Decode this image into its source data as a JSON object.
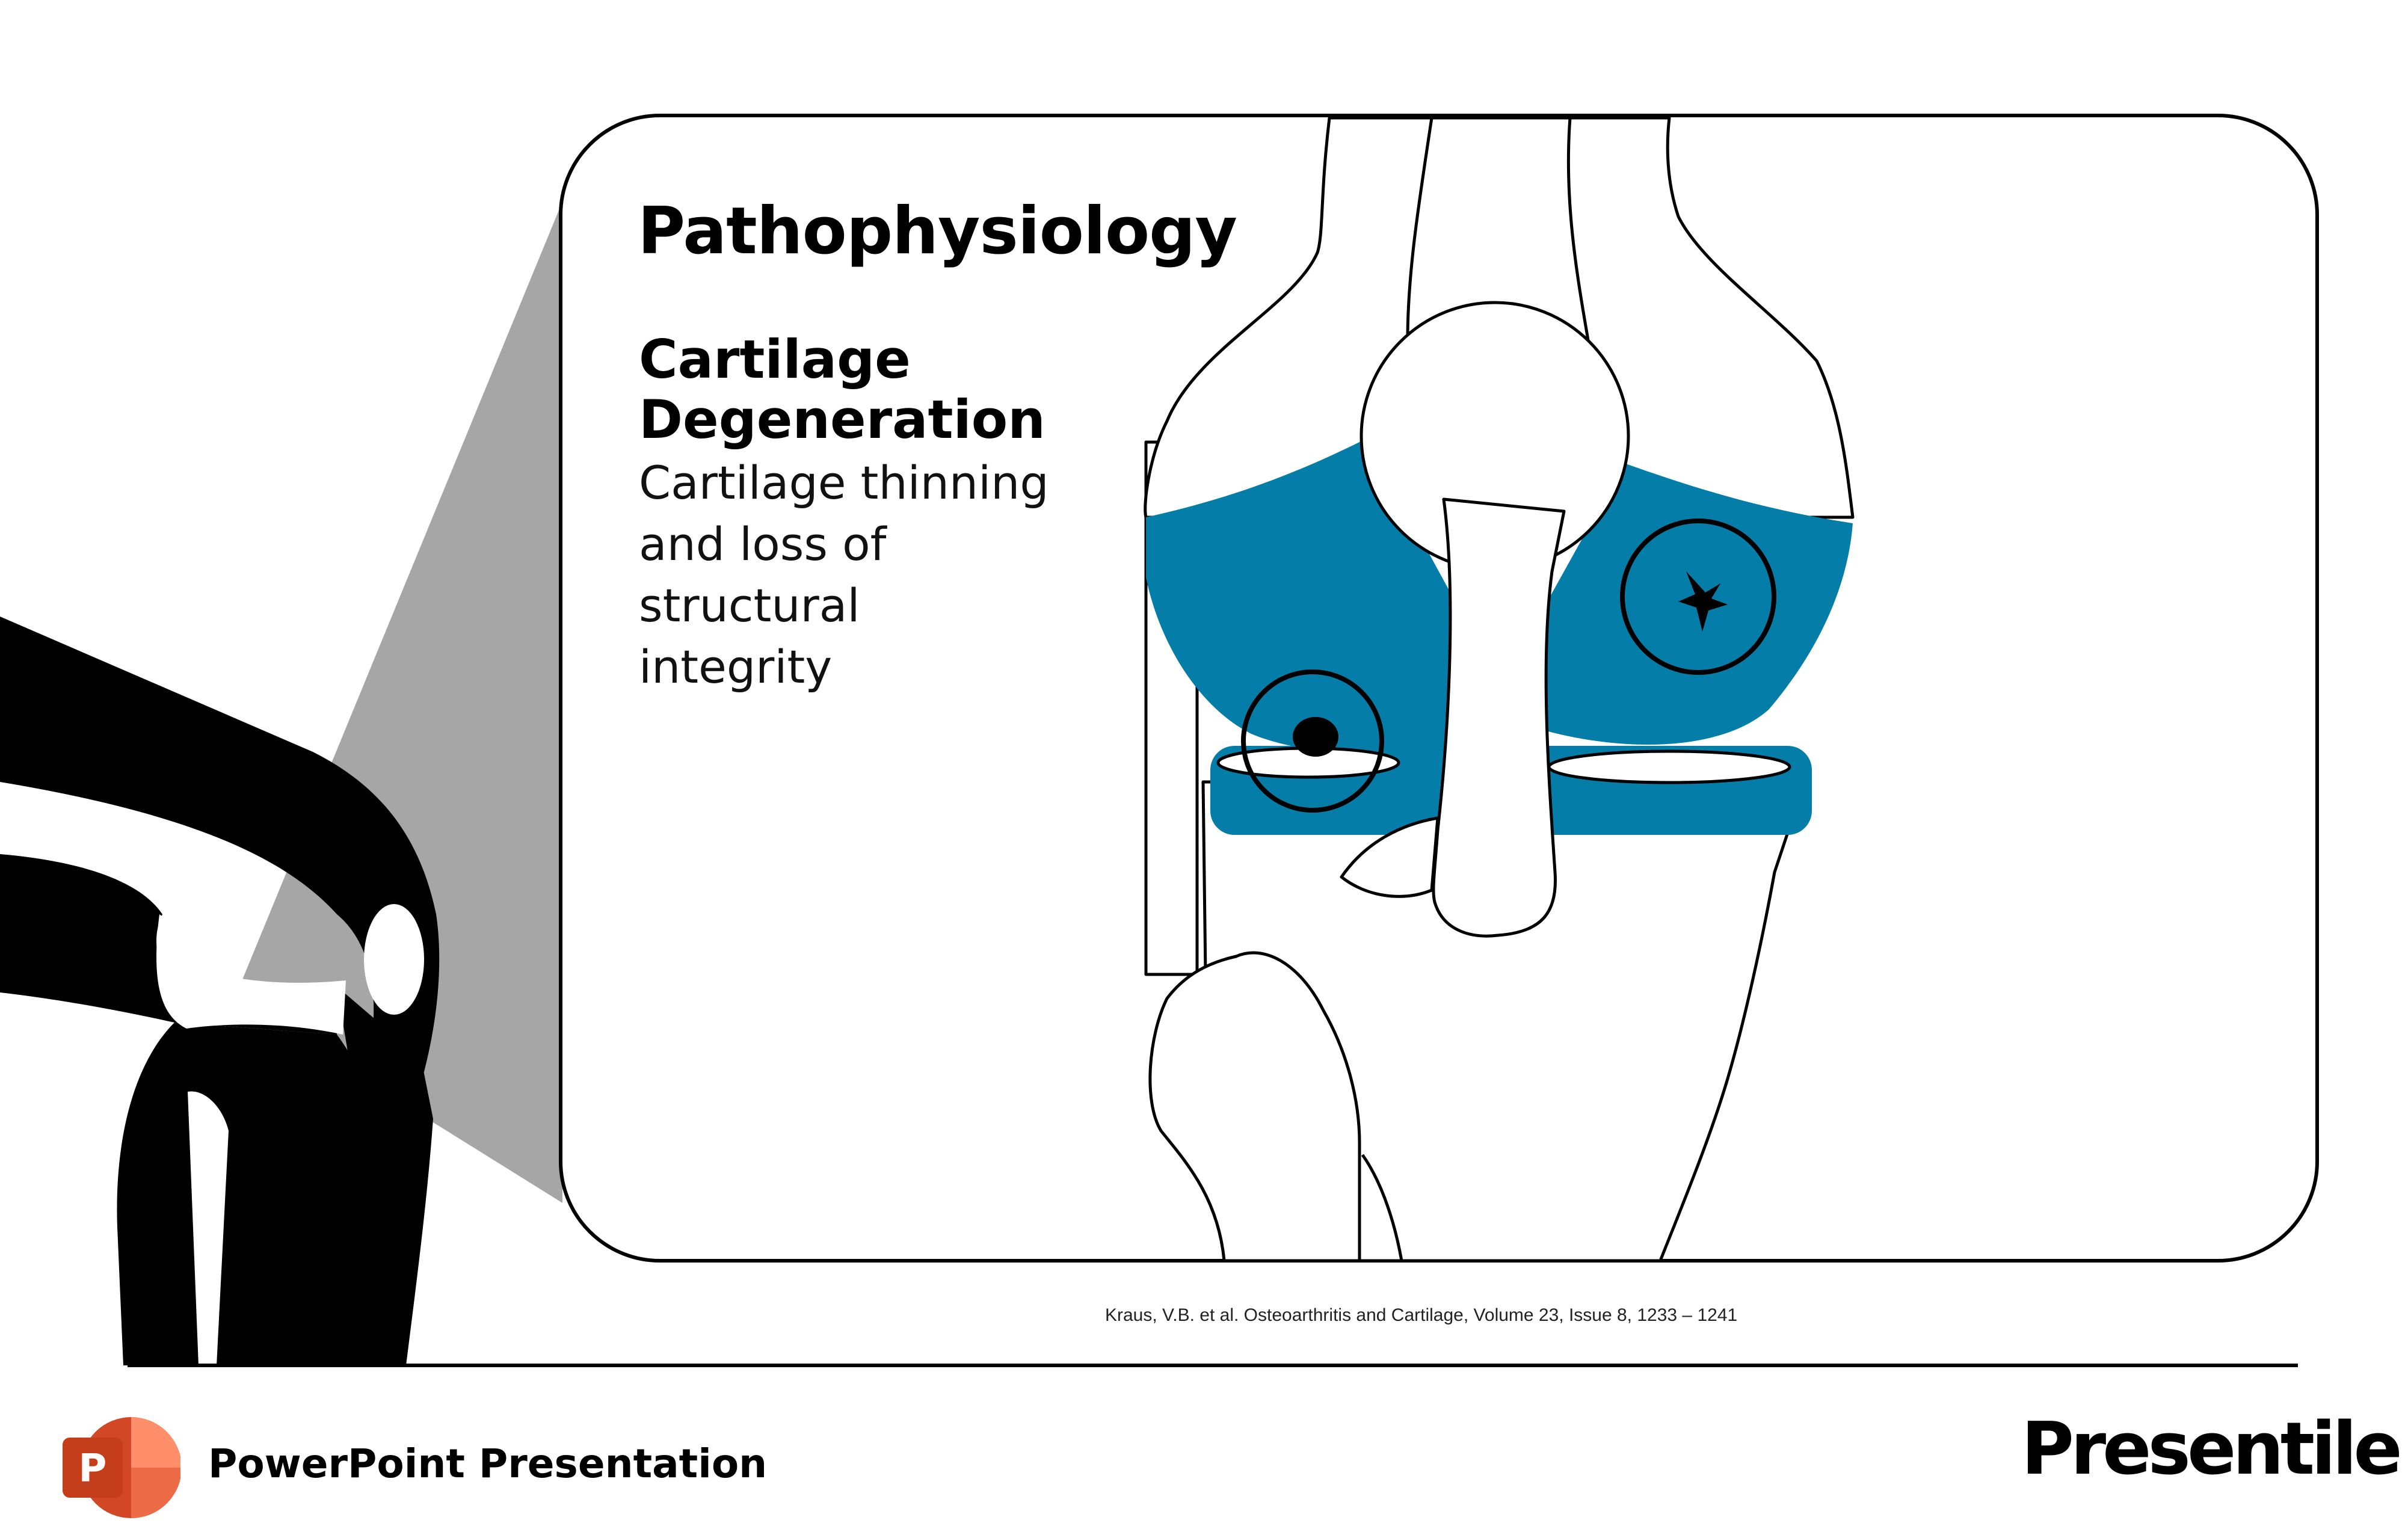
{
  "slide": {
    "title": "Pathophysiology",
    "subtitle_lines": [
      "Cartilage",
      "Degeneration"
    ],
    "body_lines": [
      "Cartilage thinning",
      "and loss of",
      "structural",
      "integrity"
    ],
    "citation": "Kraus, V.B. et al. Osteoarthritis and Cartilage, Volume 23, Issue 8, 1233 – 1241"
  },
  "footer": {
    "app_icon_letter": "P",
    "app_label": "PowerPoint Presentation",
    "brand": "Presentile"
  },
  "colors": {
    "cartilage_blue": "#047DA8",
    "zoom_gray": "#A6A6A6",
    "ink": "#000000",
    "ppt_orange": "#D24726",
    "ppt_red": "#B7472A"
  },
  "icons": [
    "powerpoint-icon",
    "knee-diagram",
    "cartilage-defect-marker",
    "cartilage-crack-marker"
  ]
}
